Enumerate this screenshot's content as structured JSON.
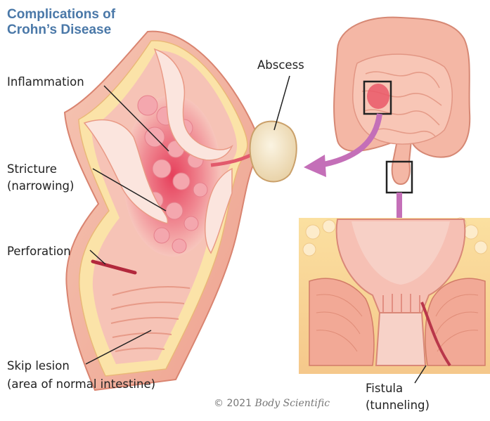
{
  "title": {
    "line1": "Complications of",
    "line2": "Crohn’s Disease"
  },
  "labels": {
    "inflammation": "Inflammation",
    "stricture_line1": "Stricture",
    "stricture_line2": "(narrowing)",
    "perforation": "Perforation",
    "skip_lesion_line1": "Skip lesion",
    "skip_lesion_line2": "(area of normal intestine)",
    "abscess": "Abscess",
    "fistula_line1": "Fistula",
    "fistula_line2": "(tunneling)"
  },
  "credit": {
    "copyright": "© 2021",
    "brand": "Body Scientific"
  },
  "colors": {
    "title": "#4a78a8",
    "wall": "#f2b9a6",
    "lumen": "#f7c9be",
    "inflamed": "#e9556a",
    "fat": "#fbe3a8",
    "abscess": "#f6ebd2",
    "arrow": "#c46fb8"
  }
}
